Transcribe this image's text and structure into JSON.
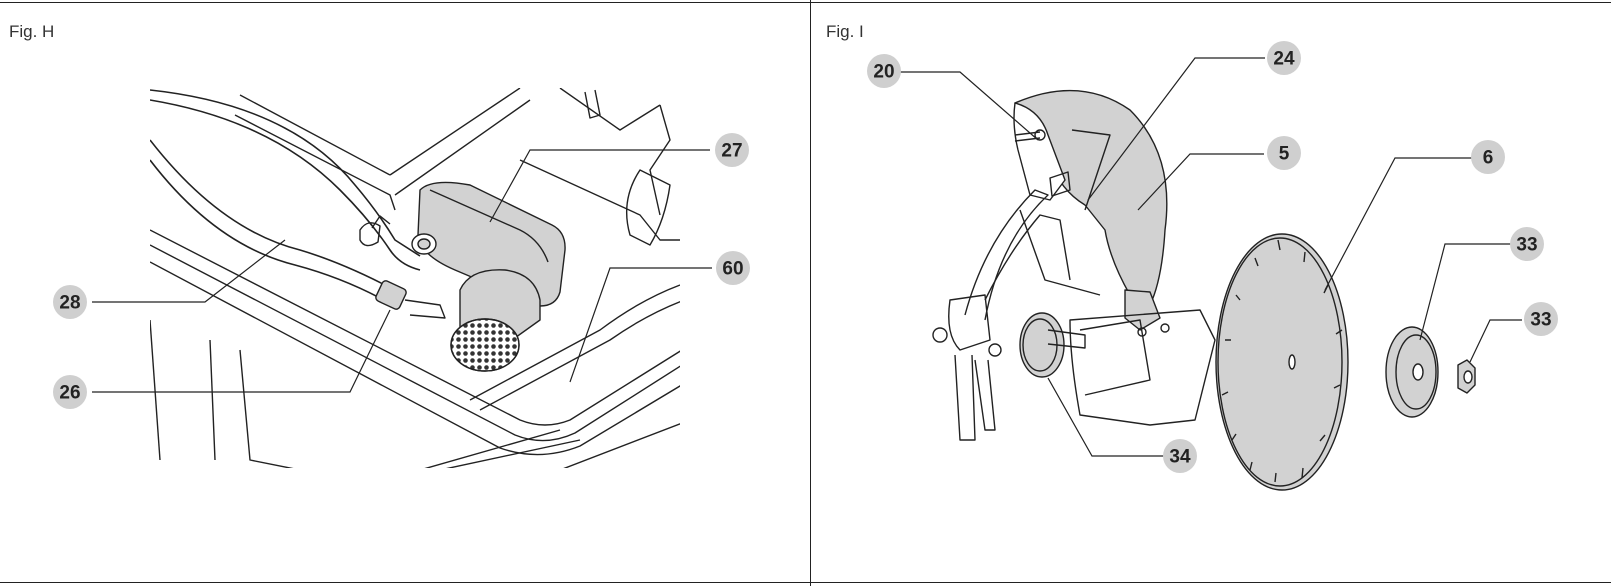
{
  "figures": [
    {
      "label": "Fig. H",
      "callouts": [
        "27",
        "60",
        "28",
        "26"
      ]
    },
    {
      "label": "Fig. I",
      "callouts": [
        "20",
        "24",
        "5",
        "6",
        "33",
        "33",
        "34"
      ]
    }
  ],
  "colors": {
    "callout_fill": "#cfcfcf",
    "line": "#222222",
    "part_fill": "#d2d2d2"
  }
}
